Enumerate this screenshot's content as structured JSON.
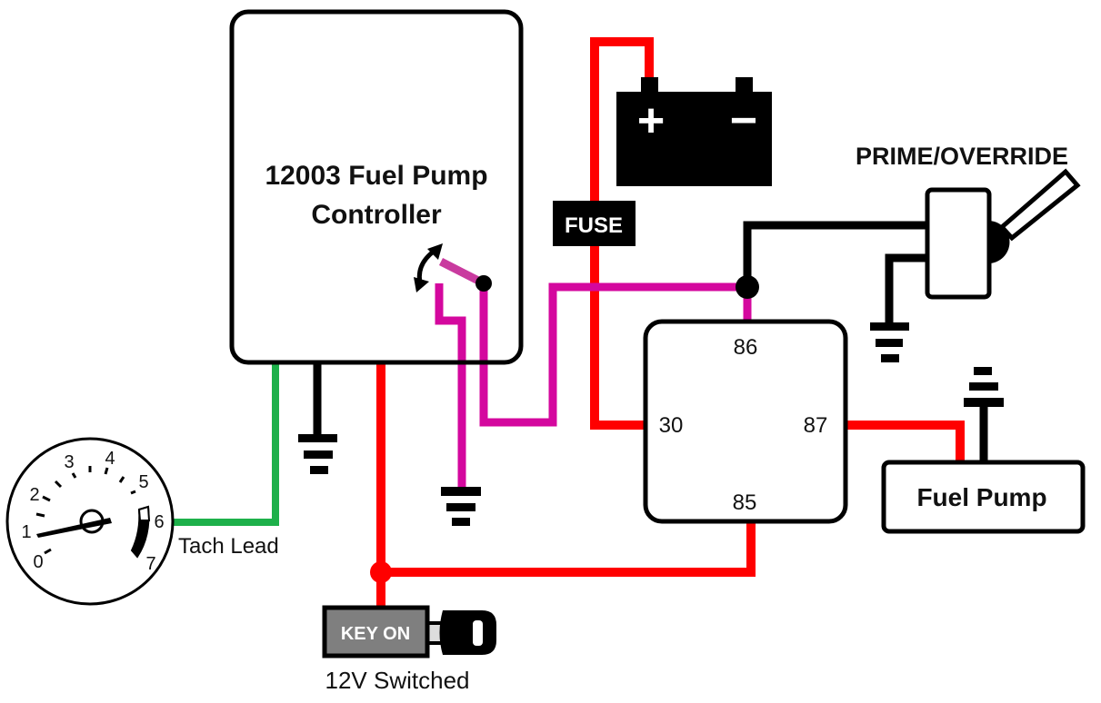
{
  "diagram": {
    "title": "Fuel Pump Controller Wiring Diagram",
    "colors": {
      "power_wire": "#ff0000",
      "trigger_wire": "#d4089e",
      "tach_wire": "#1db04a",
      "ground_wire": "#000000",
      "key_body": "#7f7f7f"
    },
    "controller": {
      "label_line1": "12003 Fuel Pump",
      "label_line2": "Controller"
    },
    "battery": {
      "positive_symbol": "+",
      "negative_symbol": "−"
    },
    "fuse": {
      "label": "FUSE"
    },
    "relay": {
      "pin_86": "86",
      "pin_30": "30",
      "pin_87": "87",
      "pin_85": "85"
    },
    "prime_switch": {
      "label": "PRIME/OVERRIDE"
    },
    "fuel_pump": {
      "label": "Fuel Pump"
    },
    "tachometer": {
      "ticks": [
        "0",
        "1",
        "2",
        "3",
        "4",
        "5",
        "6",
        "7"
      ],
      "lead_label": "Tach Lead"
    },
    "ignition": {
      "key_label": "KEY ON",
      "caption": "12V Switched"
    }
  }
}
